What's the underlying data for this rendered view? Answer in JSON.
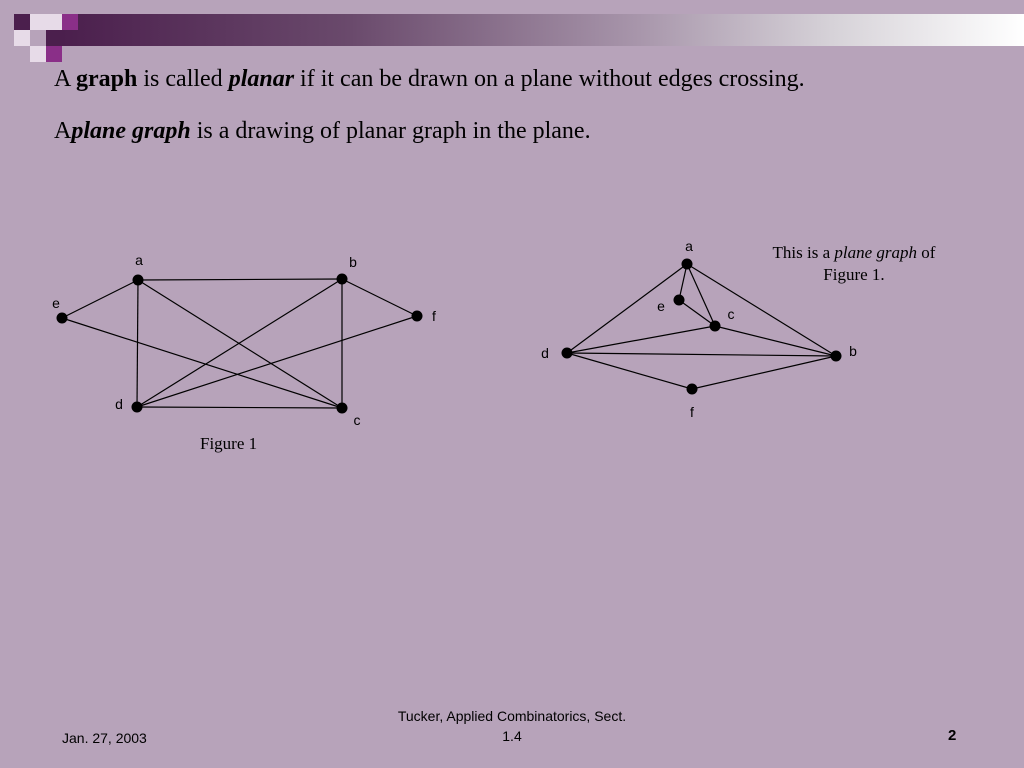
{
  "text": {
    "line1": {
      "prefix": "A",
      "term1": "graph",
      "mid": "is called",
      "term2": "planar",
      "suffix": " if it can be drawn on a plane without edges crossing."
    },
    "line2": {
      "prefix": "A",
      "term": "plane graph",
      "suffix": "is a drawing of planar graph in the plane."
    }
  },
  "figure1": {
    "caption": "Figure 1",
    "vertices": [
      "a",
      "b",
      "c",
      "d",
      "e",
      "f"
    ],
    "edges": [
      [
        "a",
        "b"
      ],
      [
        "a",
        "d"
      ],
      [
        "a",
        "c"
      ],
      [
        "a",
        "e"
      ],
      [
        "b",
        "d"
      ],
      [
        "b",
        "c"
      ],
      [
        "b",
        "f"
      ],
      [
        "d",
        "c"
      ],
      [
        "d",
        "f"
      ],
      [
        "e",
        "c"
      ]
    ]
  },
  "figure2": {
    "caption_prefix": "This is a",
    "caption_italic": "plane graph",
    "caption_suffix": "of",
    "caption_line2": "Figure 1.",
    "vertices": [
      "a",
      "b",
      "c",
      "d",
      "e",
      "f"
    ],
    "edges": [
      [
        "a",
        "d"
      ],
      [
        "a",
        "b"
      ],
      [
        "a",
        "e"
      ],
      [
        "a",
        "c"
      ],
      [
        "e",
        "c"
      ],
      [
        "d",
        "c"
      ],
      [
        "d",
        "b"
      ],
      [
        "c",
        "b"
      ],
      [
        "d",
        "f"
      ],
      [
        "f",
        "b"
      ]
    ]
  },
  "footer": {
    "date": "Jan. 27, 2003",
    "source_line1": "Tucker, Applied Combinatorics, Sect.",
    "source_line2": "1.4",
    "page": "2"
  },
  "colors": {
    "background": "#b7a3ba",
    "accent_dark": "#4b1f4d",
    "accent_mid": "#8a2f88"
  }
}
